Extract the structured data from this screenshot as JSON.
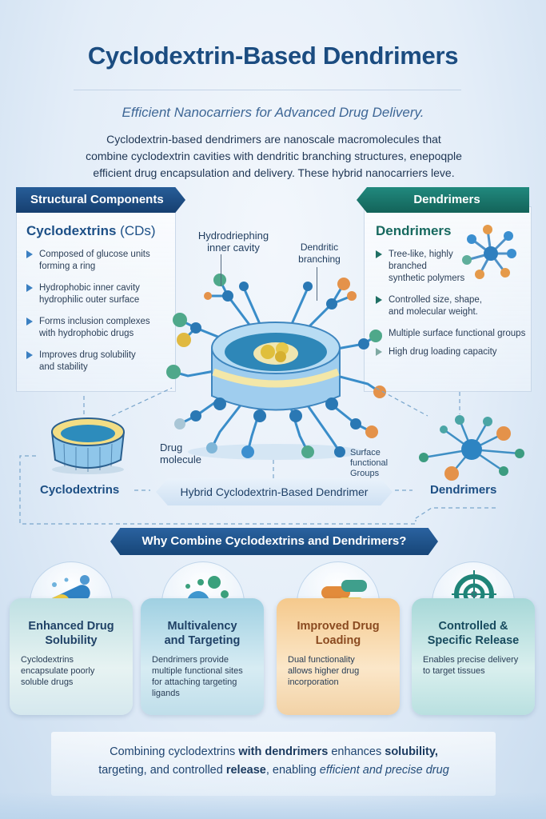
{
  "header": {
    "title": "Cyclodextrin-Based Dendrimers",
    "subtitle": "Efficient Nanocarriers for Advanced Drug Delivery.",
    "intro_line1": "Cyclodextrin-based dendrimers are nanoscale macromolecules that",
    "intro_line2": "combine cyclodextrin cavities with dendritic branching structures, enepoqple",
    "intro_line3": "efficient drug encapsulation and delivery. These hybrid nanocarriers leve."
  },
  "left_panel": {
    "ribbon": "Structural Components",
    "heading_main": "Cyclodextrins",
    "heading_suffix": "(CDs)",
    "bullets": [
      {
        "line1": "Composed of glucose units",
        "line2": "forming a ring"
      },
      {
        "line1": "Hydrophobic inner cavity",
        "line2": "hydrophilic outer surface"
      },
      {
        "line1": "Forms inclusion complexes",
        "line2": "with hydrophobic drugs"
      },
      {
        "line1": "Improves drug solubility",
        "line2": "and stability"
      }
    ]
  },
  "right_panel": {
    "ribbon": "Dendrimers",
    "heading": "Dendrimers",
    "bullets": [
      {
        "line1": "Tree-like, highly",
        "line2": "branched",
        "line3": "synthetic polymers"
      },
      {
        "line1": "Controlled size, shape,",
        "line2": "and molecular weight."
      },
      {
        "line1": "Multiple surface functional groups"
      },
      {
        "line1": "High drug loading capacity"
      }
    ]
  },
  "diagram": {
    "label_cavity_line1": "Hydrodriephing",
    "label_cavity_line2": "inner cavity",
    "label_branching_line1": "Dendritic",
    "label_branching_line2": "branching",
    "label_drug_line1": "Drug",
    "label_drug_line2": "molecule",
    "label_surface_line1": "Surface",
    "label_surface_line2": "functional",
    "label_surface_line3": "Groups",
    "flow_left": "Cyclodextrins",
    "flow_center": "Hybrid Cyclodextrin-Based Dendrimer",
    "flow_right": "Dendrimers"
  },
  "why": {
    "banner": "Why Combine Cyclodextrins and Dendrimers?",
    "cards": [
      {
        "icon": "capsule-icon",
        "title_line1": "Enhanced Drug",
        "title_line2": "Solubility",
        "desc_line1": "Cyclodextrins",
        "desc_line2": "encapsulate poorly",
        "desc_line3": "soluble drugs"
      },
      {
        "icon": "molecule-cluster-icon",
        "title_line1": "Multivalency",
        "title_line2": "and Targeting",
        "desc_line1": "Dendrimers provide",
        "desc_line2": "multiple functional sites",
        "desc_line3": "for attaching targeting",
        "desc_line4": "ligands"
      },
      {
        "icon": "pill-pile-icon",
        "title_line1": "Improved Drug",
        "title_line2": "Loading",
        "desc_line1": "Dual functionality",
        "desc_line2": "allows higher drug",
        "desc_line3": "incorporation"
      },
      {
        "icon": "target-icon",
        "title_line1": "Controlled &",
        "title_line2": "Specific Release",
        "desc_line1": "Enables precise delivery",
        "desc_line2": "to target tissues"
      }
    ]
  },
  "footer": {
    "p1": "Combining cyclodextrins ",
    "b1": "with dendrimers",
    "p2": " enhances ",
    "b2": "solubility,",
    "p3": "targeting, and controlled ",
    "b3": "release",
    "p4": ", enabling ",
    "i1": "efficient and precise drug"
  },
  "colors": {
    "title": "#1b4c80",
    "navy_ribbon": "#1d4f86",
    "teal_ribbon": "#1a7a6f",
    "orange_card": "#f5c98c",
    "teal_card": "#a7d8d8"
  }
}
